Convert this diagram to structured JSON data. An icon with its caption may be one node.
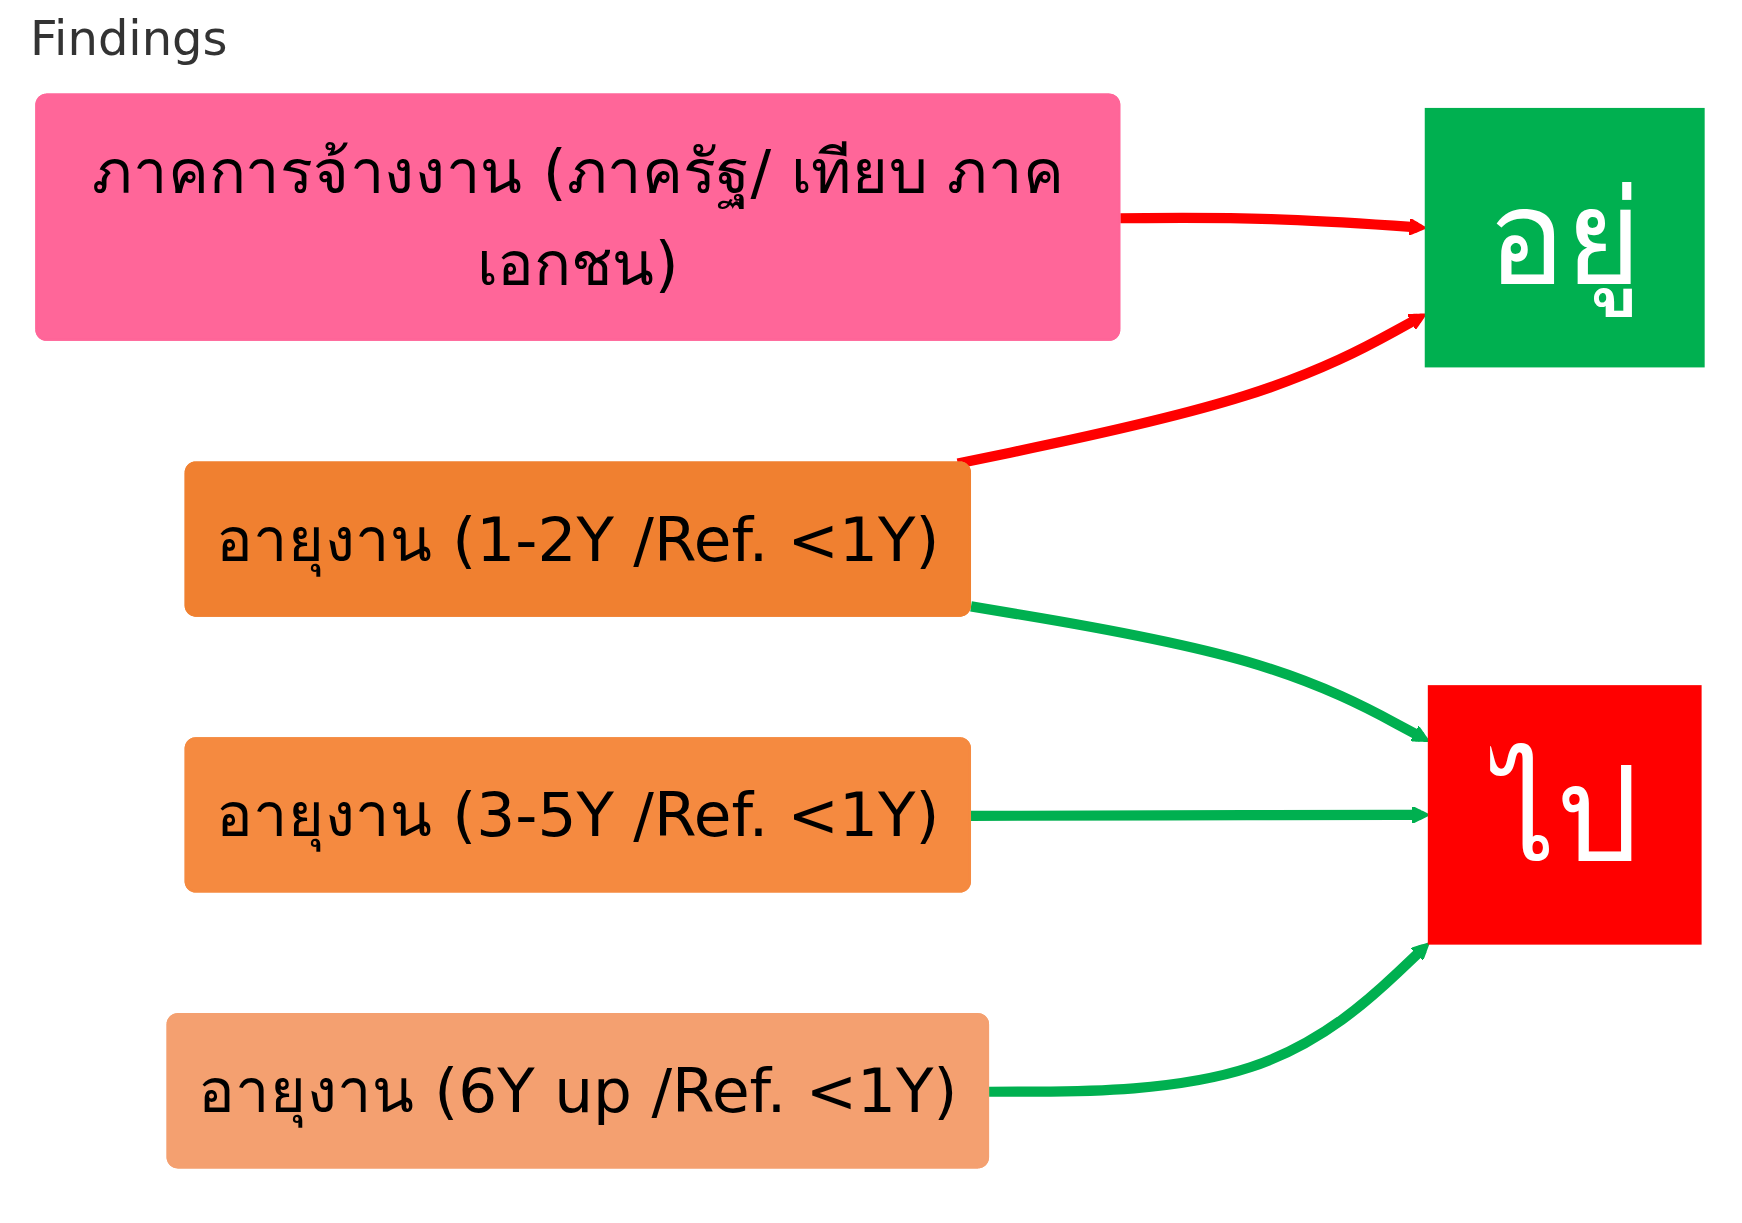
{
  "diagram": {
    "title": "Findings",
    "nodes": [
      {
        "text": [
          "อายุงาน (1-2Y /Ref. <1Y)"
        ]
      },
      {
        "text": [
          "อายุงาน (3-5Y /Ref. <1Y)"
        ]
      },
      {
        "text": [
          "อายุงาน (6Y up /Ref. <1Y)"
        ]
      },
      {
        "text": [
          "อยู่"
        ]
      },
      {
        "text": [
          "ไป"
        ]
      },
      {
        "text": [
          "ภาคการจ้างงาน (ภาครัฐ/ เทียบ ภาคเอกชน)"
        ]
      }
    ],
    "edges": [
      {
        "from": 0,
        "to": 3,
        "arrow": "to",
        "color": "#ff0000"
      },
      {
        "from": 0,
        "to": 4,
        "arrow": "to"
      },
      {
        "from": 1,
        "to": 4,
        "arrow": "to"
      },
      {
        "from": 2,
        "to": 4,
        "arrow": "to"
      },
      {
        "from": 5,
        "to": 3,
        "arrow": "to",
        "color": "#ff0000"
      }
    ]
  }
}
